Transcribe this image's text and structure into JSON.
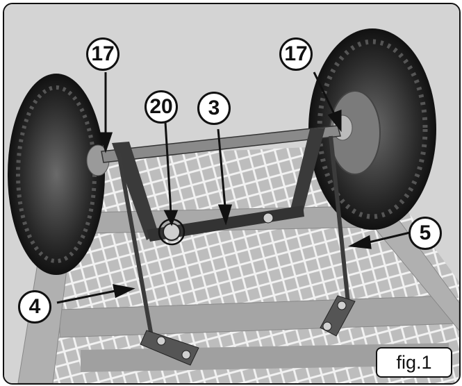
{
  "figure": {
    "label": "fig.1",
    "callouts": [
      {
        "id": "callout-17-left",
        "text": "17"
      },
      {
        "id": "callout-17-right",
        "text": "17"
      },
      {
        "id": "callout-20",
        "text": "20"
      },
      {
        "id": "callout-3",
        "text": "3"
      },
      {
        "id": "callout-5",
        "text": "5"
      },
      {
        "id": "callout-4",
        "text": "4"
      }
    ]
  }
}
